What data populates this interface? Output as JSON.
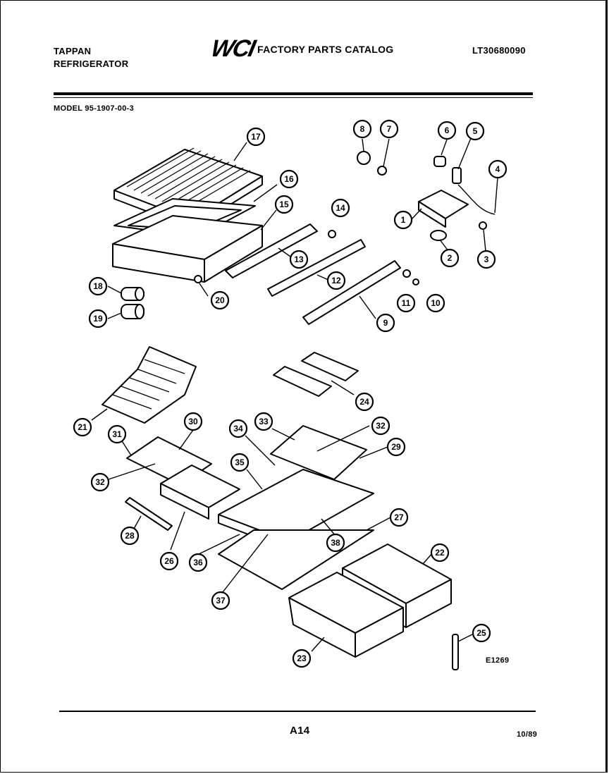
{
  "header": {
    "brand_line1": "TAPPAN",
    "brand_line2": "REFRIGERATOR",
    "logo": "WCI",
    "catalog_title": "FACTORY PARTS CATALOG",
    "doc_number": "LT30680090",
    "model": "MODEL 95-1907-00-3"
  },
  "diagram": {
    "callouts": [
      "1",
      "2",
      "3",
      "4",
      "5",
      "6",
      "7",
      "8",
      "9",
      "10",
      "11",
      "12",
      "13",
      "14",
      "15",
      "16",
      "17",
      "18",
      "19",
      "20",
      "21",
      "22",
      "23",
      "24",
      "25",
      "26",
      "27",
      "28",
      "29",
      "30",
      "31",
      "32",
      "32",
      "33",
      "34",
      "35",
      "36",
      "37",
      "38"
    ],
    "drawing_code": "E1269"
  },
  "footer": {
    "page": "A14",
    "date": "10/89"
  }
}
